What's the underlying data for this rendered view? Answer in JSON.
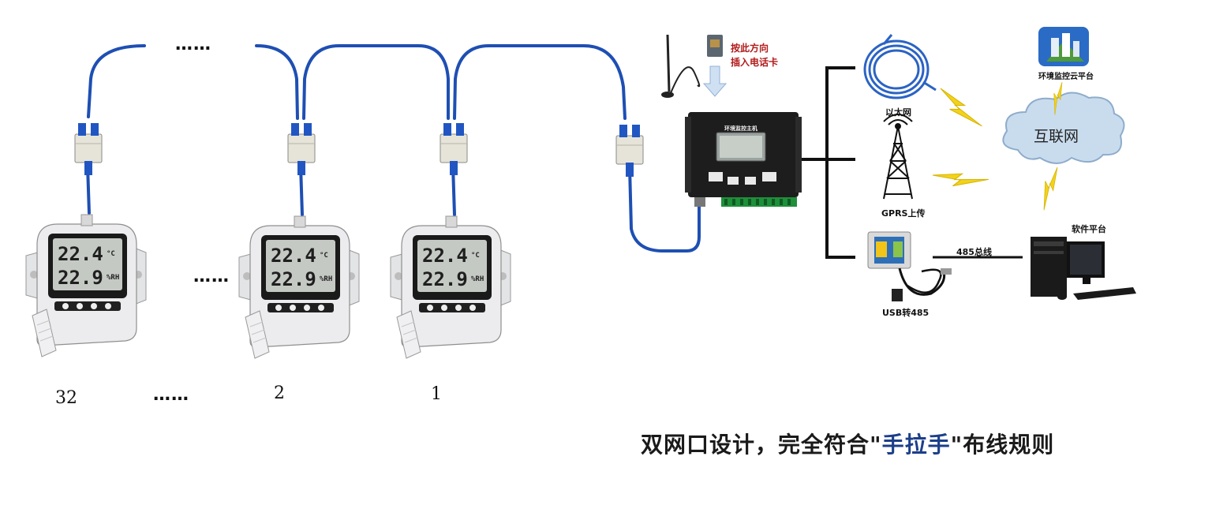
{
  "sensor_chain": {
    "dots_top": "……",
    "dots_middle": "……",
    "dots_bottom": "……",
    "labels": [
      "32",
      "2",
      "1"
    ],
    "lcd_temp": "22.4",
    "lcd_hum": "22.9",
    "lcd_temp_unit": "°C",
    "lcd_hum_unit": "%RH"
  },
  "host": {
    "sim_instruction_line1": "按此方向",
    "sim_instruction_line2": "插入电话卡",
    "front_title": "环境监控主机",
    "screen_brand": "环境监控主机"
  },
  "network": {
    "ethernet_label": "以太网",
    "gprs_label": "GPRS上传",
    "usb485_label": "USB转485",
    "bus_label": "485总线",
    "cloud_platform_label": "环境监控云平台",
    "internet_label": "互联网",
    "software_platform_label": "软件平台"
  },
  "caption": {
    "prefix": "双网口设计，完全符合\"",
    "highlight": "手拉手",
    "suffix": "\"布线规则"
  },
  "colors": {
    "cable_blue": "#1e4fb3",
    "lightning_yellow": "#f2d21b",
    "cloud_fill": "#c9dcee",
    "host_dark": "#1d1d1d",
    "sensor_body": "#e9eaec"
  }
}
